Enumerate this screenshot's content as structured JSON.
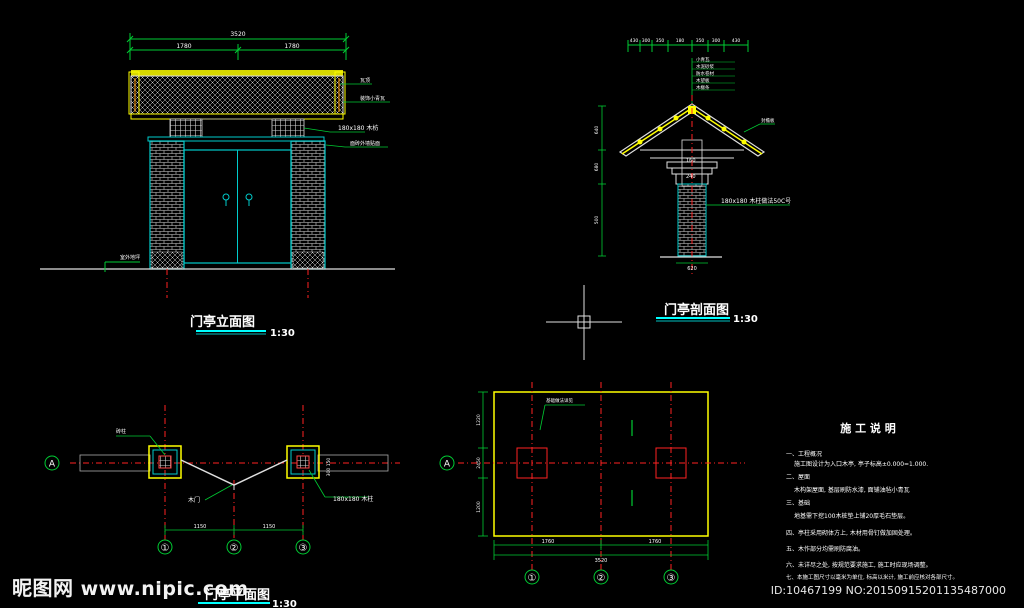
{
  "views": {
    "elevation": {
      "title": "门亭立面图",
      "scale": "1:30",
      "dims": {
        "total": "3520",
        "left": "1780",
        "right": "1780"
      },
      "labels": {
        "roof": "瓦顶",
        "cornice": "装饰小青瓦",
        "beam": "180x180 木枋",
        "facade": "面砖外墙贴面",
        "ground": "室外地坪"
      }
    },
    "section": {
      "title": "门亭剖面图",
      "scale": "1:30",
      "top_dims": [
        "430",
        "300",
        "350",
        "180",
        "350",
        "300",
        "430"
      ],
      "vert_dims": [
        "640",
        "680",
        "500"
      ],
      "labels": {
        "d1": "240",
        "d2": "160",
        "base": "620",
        "post": "180x180 木柱做法50C号",
        "eave": "封檐板"
      },
      "layer_notes": [
        "小青瓦",
        "水泥砂浆",
        "防水卷材",
        "木望板",
        "木椽条"
      ]
    },
    "plan": {
      "title": "门亭平面图",
      "scale": "1:30",
      "dims": [
        "1150",
        "1150"
      ],
      "labels": {
        "pier": "砖柱",
        "door": "木门",
        "post": "180x180 木柱",
        "side": "300 150"
      },
      "axes": [
        "A",
        "①",
        "②",
        "③"
      ]
    },
    "foundation": {
      "dims_h": [
        "1760",
        "1760"
      ],
      "total": "3520",
      "dims_v": [
        "1220",
        "2450",
        "1200"
      ],
      "label": "基础做法详见",
      "axes": [
        "A",
        "①",
        "②",
        "③"
      ]
    }
  },
  "notes": {
    "title": "施 工 说 明",
    "lines": [
      "一、工程概况",
      "施工图设计为入口木亭, 亭子标高±0.000=1.000.",
      "二、屋面",
      "木构架屋面, 基层刷防水漆, 面铺油毡小青瓦",
      "三、基础",
      "地基需下挖100木桩垫上铺20厚毛石垫层。",
      "四、亭柱采用砌体方上, 木材用骨钉做加固处理。",
      "五、木作部分均需刷防腐油。",
      "六、未详尽之处, 按规范要求施工, 施工时应现场调整。",
      "七、本施工图尺寸以毫米为单位, 标高以米计, 施工前应核对各部尺寸。"
    ]
  },
  "watermark": {
    "brand": "昵图网",
    "url": "www.nipic.com"
  },
  "id_line": "ID:10467199 NO:20150915201135487000",
  "colors": {
    "background": "#000000",
    "dim": "#00cc33",
    "outline": "#dfdfdf",
    "axis": "#ff2222",
    "wall": "#ffff00",
    "text": "#ffffff",
    "accent": "#00ffff"
  }
}
